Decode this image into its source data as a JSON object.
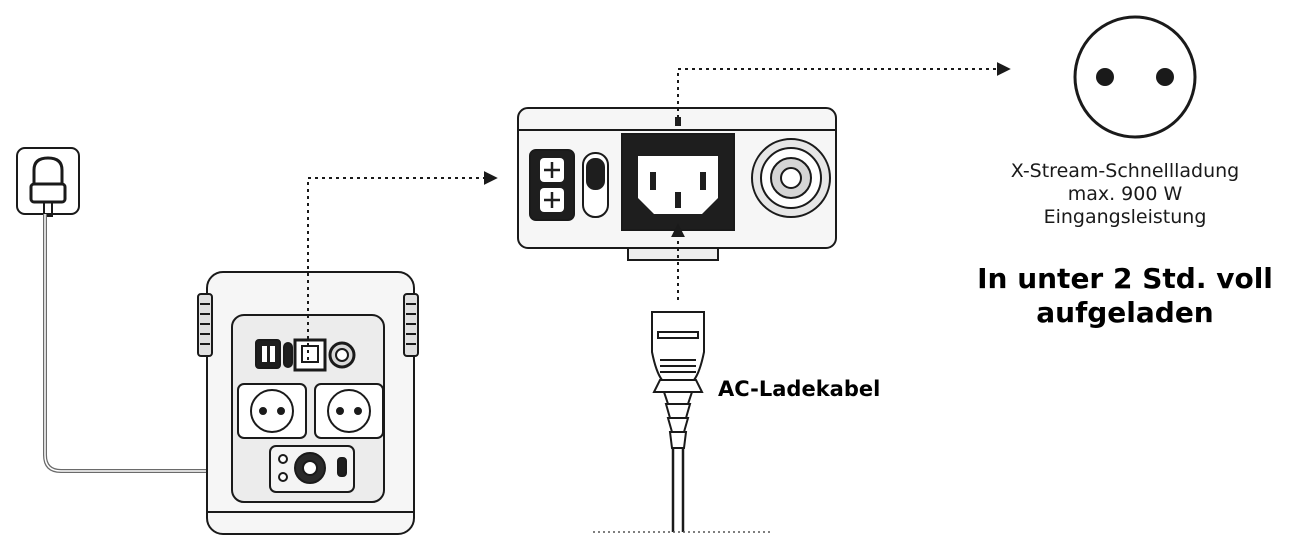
{
  "info": {
    "line1": "X-Stream-Schnellladung",
    "line2": "max. 900 W",
    "line3": "Eingangsleistung"
  },
  "headline": {
    "line1": "In unter 2 Std. voll",
    "line2": "aufgeladen"
  },
  "cable_label": "AC-Ladekabel",
  "colors": {
    "line": "#1a1a1a",
    "fill_light": "#f6f6f6",
    "fill_dark": "#1e1e1e"
  },
  "icons": [
    "wall-plug-icon",
    "eu-socket-icon",
    "power-station-icon",
    "ac-power-cable-icon"
  ]
}
